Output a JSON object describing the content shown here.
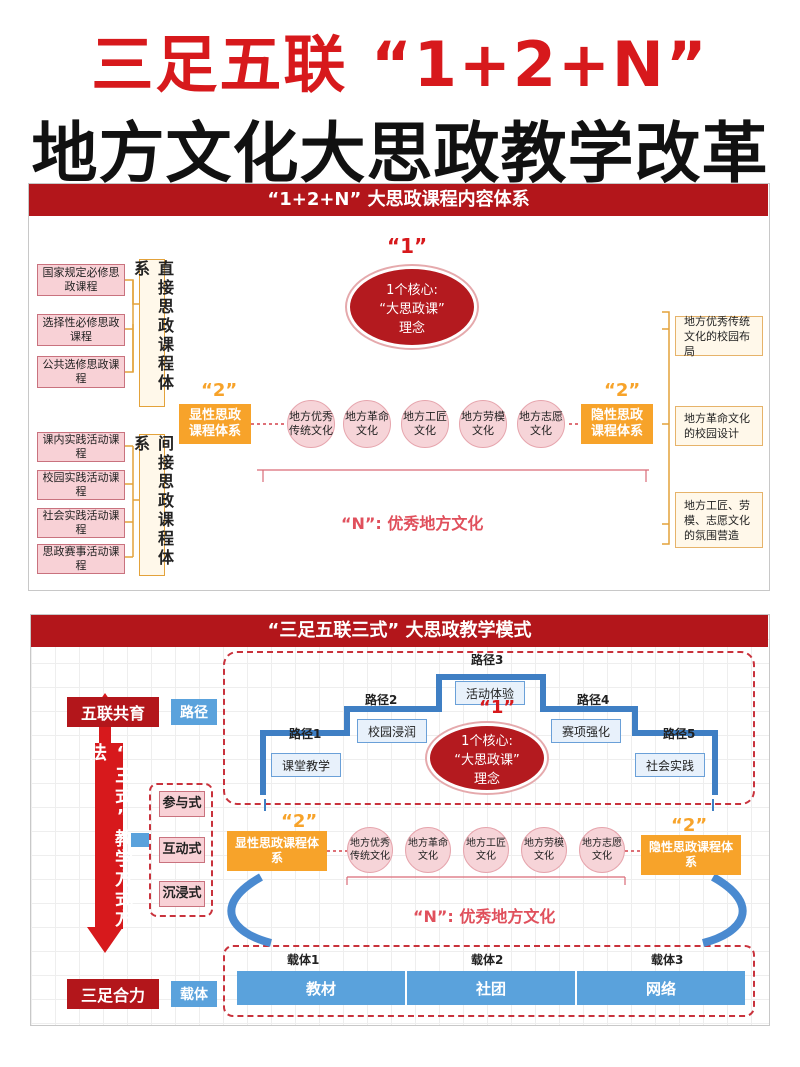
{
  "header": {
    "title1": "三足五联 “1+2+N”",
    "title2": "地方文化大思政教学改革"
  },
  "top_panel": {
    "band": "“1+2+N” 大思政课程内容体系",
    "one_label": "“1”",
    "core": [
      "1个核心:",
      "“大思政课”",
      "理念"
    ],
    "left_boxes_direct": [
      "国家规定必修思政课程",
      "选择性必修思政课程",
      "公共选修思政课程"
    ],
    "left_label_direct": "直接思政课程体系",
    "left_boxes_indirect": [
      "课内实践活动课程",
      "校园实践活动课程",
      "社会实践活动课程",
      "思政赛事活动课程"
    ],
    "left_label_indirect": "间接思政课程体系",
    "two_left": "“2”",
    "two_right": "“2”",
    "explicit": "显性思政课程体系",
    "implicit": "隐性思政课程体系",
    "circles": [
      "地方优秀传统文化",
      "地方革命文化",
      "地方工匠文化",
      "地方劳模文化",
      "地方志愿文化"
    ],
    "n_label": "“N”: 优秀地方文化",
    "right_boxes": [
      "地方优秀传统文化的校园布局",
      "地方革命文化的校园设计",
      "地方工匠、劳模、志愿文化的氛围营造"
    ]
  },
  "bottom_panel": {
    "band": "“三足五联三式” 大思政教学模式",
    "wulian": "五联共育",
    "path_tag": "路径",
    "sanzu": "三足合力",
    "carrier_tag": "载体",
    "sanshi": "“三式”教学方式方法",
    "modes": [
      "参与式",
      "互动式",
      "沉浸式"
    ],
    "paths": [
      {
        "label": "路径1",
        "box": "课堂教学"
      },
      {
        "label": "路径2",
        "box": "校园浸润"
      },
      {
        "label": "路径3",
        "box": "活动体验"
      },
      {
        "label": "路径4",
        "box": "赛项强化"
      },
      {
        "label": "路径5",
        "box": "社会实践"
      }
    ],
    "one_label": "“1”",
    "core": [
      "1个核心:",
      "“大思政课”",
      "理念"
    ],
    "two_left": "“2”",
    "two_right": "“2”",
    "explicit": "显性思政课程体系",
    "implicit": "隐性思政课程体系",
    "circles": [
      "地方优秀传统文化",
      "地方革命文化",
      "地方工匠文化",
      "地方劳模文化",
      "地方志愿文化"
    ],
    "n_label": "“N”: 优秀地方文化",
    "carriers": [
      {
        "label": "载体1",
        "box": "教材"
      },
      {
        "label": "载体2",
        "box": "社团"
      },
      {
        "label": "载体3",
        "box": "网络"
      }
    ]
  },
  "colors": {
    "accent_red": "#d7191c",
    "band_red": "#b3161b",
    "orange": "#f7a32a",
    "blue": "#5aa2dc"
  }
}
